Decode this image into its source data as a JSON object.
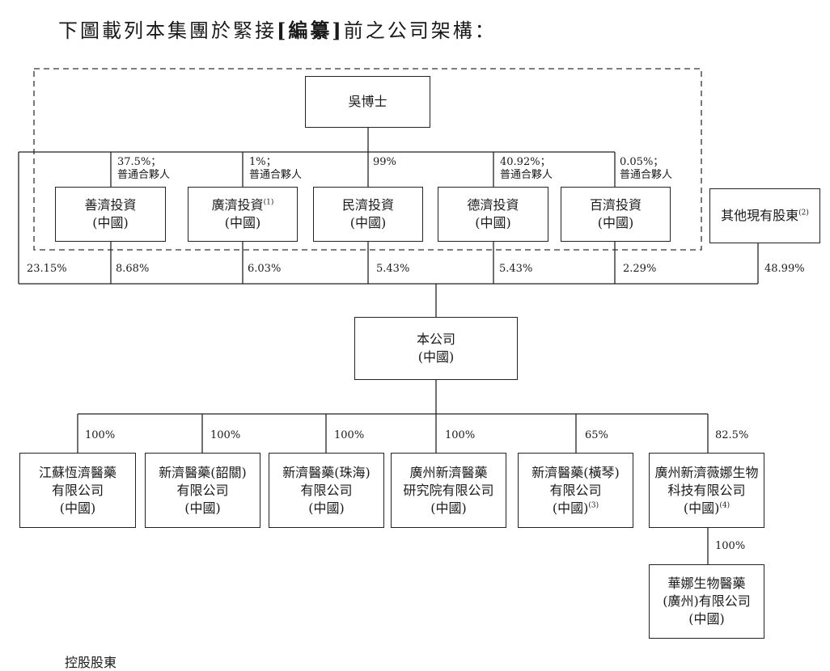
{
  "title": {
    "prefix": "下圖載列本集團於緊接",
    "redaction": "[編纂]",
    "suffix": "前之公司架構："
  },
  "founder": {
    "name": "吳博士"
  },
  "holding_vehicles": [
    {
      "name": "善濟投資",
      "region": "(中國)",
      "note": "",
      "founder_stake": "37.5%；",
      "founder_role": "普通合夥人",
      "stake_in_company": "8.68%"
    },
    {
      "name": "廣濟投資",
      "region": "(中國)",
      "note": "(1)",
      "founder_stake": "1%；",
      "founder_role": "普通合夥人",
      "stake_in_company": "6.03%"
    },
    {
      "name": "民濟投資",
      "region": "(中國)",
      "note": "",
      "founder_stake": "99%",
      "founder_role": "",
      "stake_in_company": "5.43%"
    },
    {
      "name": "德濟投資",
      "region": "(中國)",
      "note": "",
      "founder_stake": "40.92%；",
      "founder_role": "普通合夥人",
      "stake_in_company": "5.43%"
    },
    {
      "name": "百濟投資",
      "region": "(中國)",
      "note": "",
      "founder_stake": "0.05%；",
      "founder_role": "普通合夥人",
      "stake_in_company": "2.29%"
    }
  ],
  "founder_direct_stake": "23.15%",
  "other_shareholders": {
    "name": "其他現有股東",
    "note": "(2)",
    "stake_in_company": "48.99%"
  },
  "company": {
    "name": "本公司",
    "region": "(中國)"
  },
  "subsidiaries": [
    {
      "lines": [
        "江蘇恆濟醫藥",
        "有限公司",
        "(中國)"
      ],
      "note": "",
      "stake": "100%"
    },
    {
      "lines": [
        "新濟醫藥(韶關)",
        "有限公司",
        "(中國)"
      ],
      "note": "",
      "stake": "100%"
    },
    {
      "lines": [
        "新濟醫藥(珠海)",
        "有限公司",
        "(中國)"
      ],
      "note": "",
      "stake": "100%"
    },
    {
      "lines": [
        "廣州新濟醫藥",
        "研究院有限公司",
        "(中國)"
      ],
      "note": "",
      "stake": "100%"
    },
    {
      "lines": [
        "新濟醫藥(橫琴)",
        "有限公司",
        "(中國)"
      ],
      "note": "(3)",
      "stake": "65%"
    },
    {
      "lines": [
        "廣州新濟薇娜生物",
        "科技有限公司",
        "(中國)"
      ],
      "note": "(4)",
      "stake": "82.5%"
    }
  ],
  "sub_subsidiary": {
    "lines": [
      "華娜生物醫藥",
      "(廣州)有限公司",
      "(中國)"
    ],
    "stake": "100%"
  },
  "footer_text": "控股股東"
}
